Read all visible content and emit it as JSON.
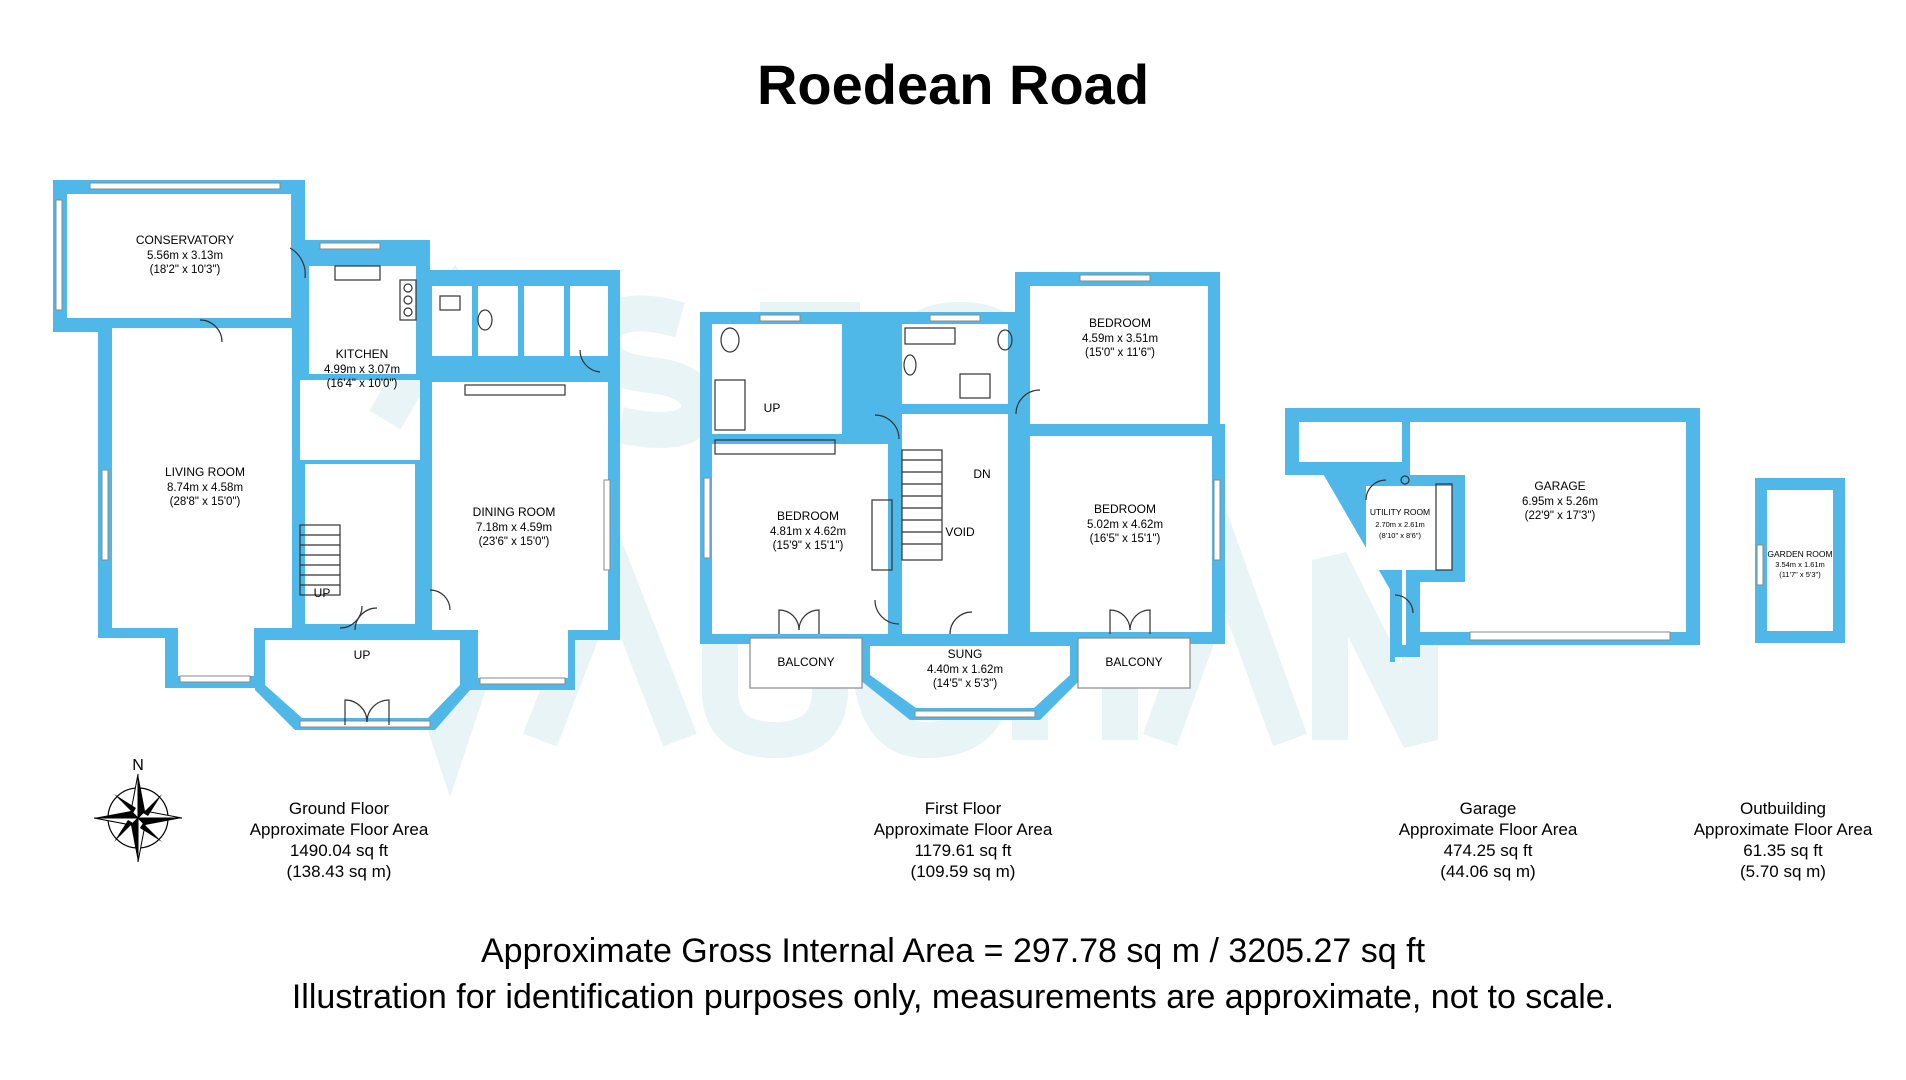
{
  "title": "Roedean Road",
  "rooms": {
    "conservatory": {
      "name": "CONSERVATORY",
      "metric": "5.56m x 3.13m",
      "imperial": "(18'2\" x 10'3\")"
    },
    "kitchen": {
      "name": "KITCHEN",
      "metric": "4.99m x 3.07m",
      "imperial": "(16'4\" x 10'0\")"
    },
    "living_room": {
      "name": "LIVING ROOM",
      "metric": "8.74m x 4.58m",
      "imperial": "(28'8\" x 15'0\")"
    },
    "dining_room": {
      "name": "DINING ROOM",
      "metric": "7.18m x 4.59m",
      "imperial": "(23'6\" x 15'0\")"
    },
    "bedroom_1": {
      "name": "BEDROOM",
      "metric": "4.81m x 4.62m",
      "imperial": "(15'9\" x 15'1\")"
    },
    "bedroom_2": {
      "name": "BEDROOM",
      "metric": "4.59m x 3.51m",
      "imperial": "(15'0\" x 11'6\")"
    },
    "bedroom_3": {
      "name": "BEDROOM",
      "metric": "5.02m x 4.62m",
      "imperial": "(16'5\" x 15'1\")"
    },
    "sung": {
      "name": "SUNG",
      "metric": "4.40m x 1.62m",
      "imperial": "(14'5\" x 5'3\")"
    },
    "utility_room": {
      "name": "UTILITY ROOM",
      "metric": "2.70m x 2.61m",
      "imperial": "(8'10\" x 8'6\")"
    },
    "garage": {
      "name": "GARAGE",
      "metric": "6.95m x 5.26m",
      "imperial": "(22'9\" x 17'3\")"
    },
    "garden_room": {
      "name": "GARDEN ROOM",
      "metric": "3.54m x 1.61m",
      "imperial": "(11'7\" x 5'3\")"
    }
  },
  "labels": {
    "up_hall": "UP",
    "up_porch": "UP",
    "up_bath": "UP",
    "dn": "DN",
    "void": "VOID",
    "balcony_left": "BALCONY",
    "balcony_right": "BALCONY",
    "compass_n": "N"
  },
  "floors": [
    {
      "name": "Ground Floor",
      "area_label": "Approximate Floor Area",
      "sq_ft": "1490.04 sq ft",
      "sq_m": "(138.43 sq m)"
    },
    {
      "name": "First Floor",
      "area_label": "Approximate Floor Area",
      "sq_ft": "1179.61 sq ft",
      "sq_m": "(109.59 sq m)"
    },
    {
      "name": "Garage",
      "area_label": "Approximate Floor Area",
      "sq_ft": "474.25 sq ft",
      "sq_m": "(44.06 sq m)"
    },
    {
      "name": "Outbuilding",
      "area_label": "Approximate Floor Area",
      "sq_ft": "61.35 sq ft",
      "sq_m": "(5.70 sq m)"
    }
  ],
  "footer": {
    "gross_area": "Approximate Gross Internal Area = 297.78 sq m / 3205.27 sq ft",
    "disclaimer": "Illustration for identification purposes only, measurements are approximate, not to scale."
  },
  "colors": {
    "wall": "#4fb8e8",
    "watermark": "#e8f4f6",
    "text": "#000000",
    "background": "#ffffff"
  }
}
